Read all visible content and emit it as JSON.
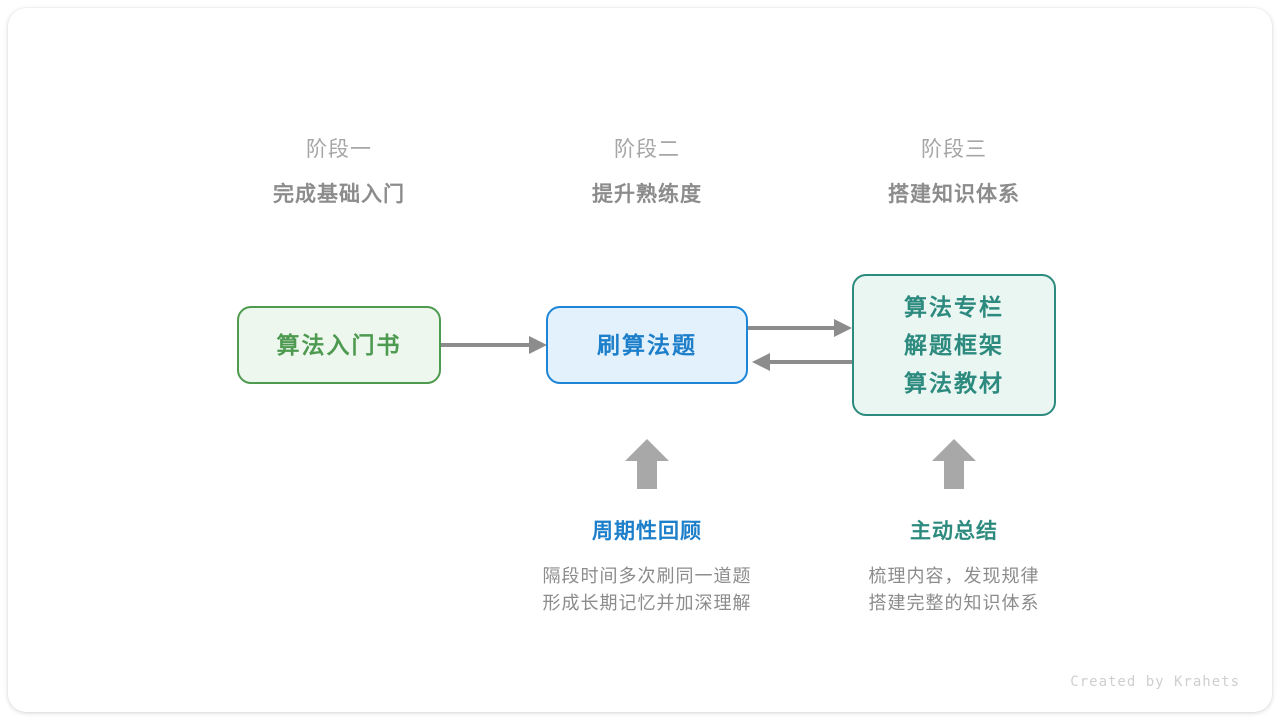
{
  "canvas": {
    "background": "#ffffff",
    "accent_green": "#4e9a51",
    "accent_blue": "#1d7fc9",
    "accent_teal": "#2d8a7e",
    "accent_gray": "#8c8c8c",
    "arrow_gray": "#8c8c8c"
  },
  "stages": [
    {
      "number": "阶段一",
      "title": "完成基础入门"
    },
    {
      "number": "阶段二",
      "title": "提升熟练度"
    },
    {
      "number": "阶段三",
      "title": "搭建知识体系"
    }
  ],
  "nodes": {
    "book": {
      "label": "算法入门书"
    },
    "practice": {
      "label": "刷算法题"
    },
    "resources": {
      "lines": [
        "算法专栏",
        "解题框架",
        "算法教材"
      ]
    }
  },
  "notes": [
    {
      "title": "周期性回顾",
      "lines": [
        "隔段时间多次刷同一道题",
        "形成长期记忆并加深理解"
      ]
    },
    {
      "title": "主动总结",
      "lines": [
        "梳理内容，发现规律",
        "搭建完整的知识体系"
      ]
    }
  ],
  "credit": "Created by Krahets"
}
